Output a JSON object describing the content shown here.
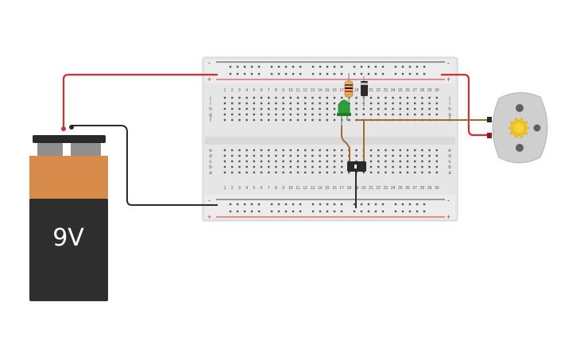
{
  "battery": {
    "label": "9V"
  },
  "breadboard": {
    "columns": 30,
    "rows_top": [
      "j",
      "i",
      "h",
      "g",
      "f"
    ],
    "rows_bottom": [
      "e",
      "d",
      "c",
      "b",
      "a"
    ],
    "rail_plus": "+",
    "rail_minus": "-"
  },
  "colors": {
    "wire_red": "#d32f2f",
    "wire_black": "#2b2b2b",
    "wire_brown": "#a06a34",
    "board": "#e9e9e9",
    "battery_top": "#d88c4c",
    "battery_body": "#2e2e2e",
    "led": "#2e9e3a",
    "motor_gear": "#f0c419"
  }
}
